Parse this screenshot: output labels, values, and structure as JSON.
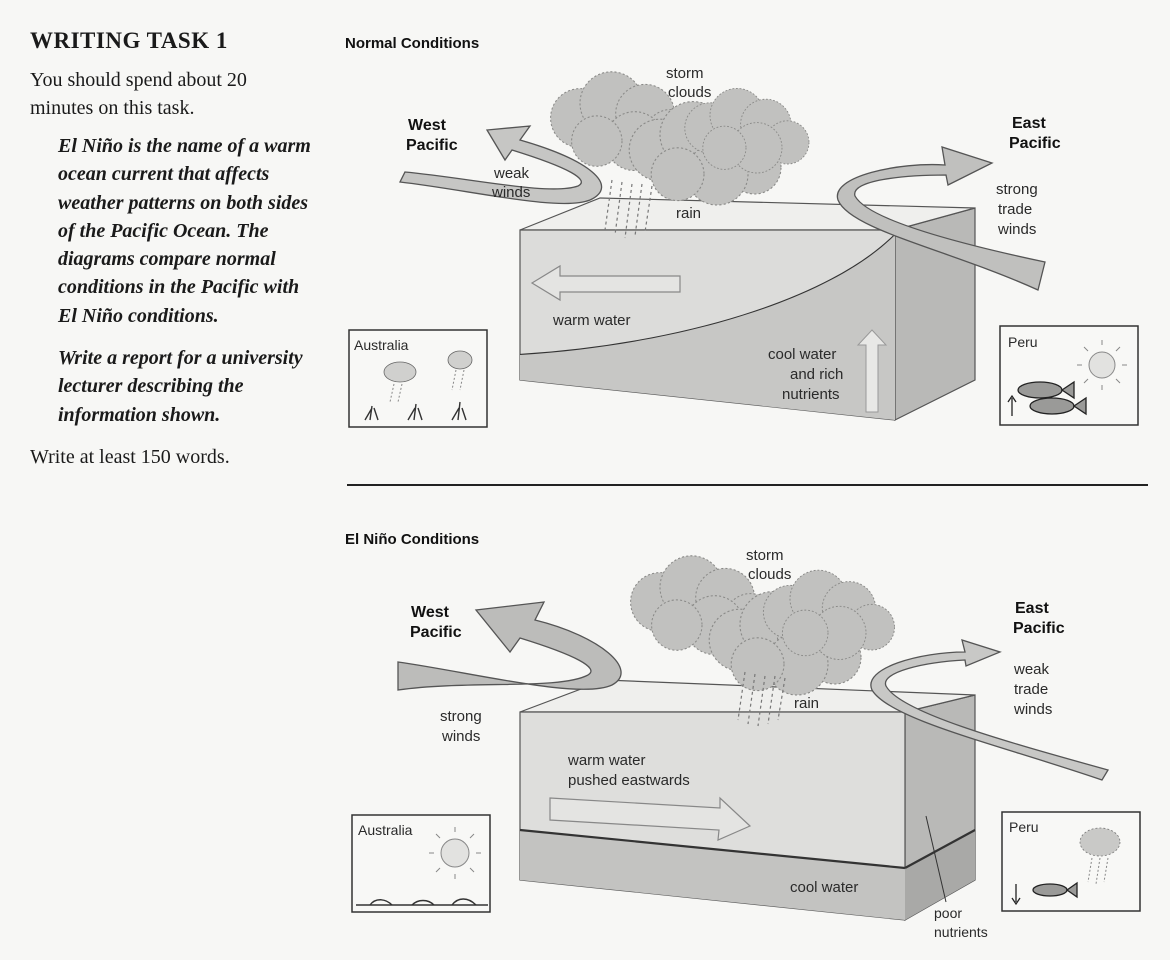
{
  "task": {
    "title": "WRITING TASK 1",
    "time": "You should spend about 20 minutes on this task.",
    "prompt_1": "El Niño is the name of a warm ocean current that affects weather patterns on both sides of the Pacific Ocean. The diagrams compare normal conditions in the Pacific with El Niño conditions.",
    "prompt_2": "Write a report for a university lecturer describing the information shown.",
    "words": "Write at least 150 words."
  },
  "normal": {
    "heading": "Normal Conditions",
    "west_1": "West",
    "west_2": "Pacific",
    "east_1": "East",
    "east_2": "Pacific",
    "storm_1": "storm",
    "storm_2": "clouds",
    "winds_1": "weak",
    "winds_2": "winds",
    "trade_1": "strong",
    "trade_2": "trade",
    "trade_3": "winds",
    "rain": "rain",
    "warm": "warm water",
    "cool_1": "cool water",
    "cool_2": "and rich",
    "cool_3": "nutrients",
    "australia": "Australia",
    "peru": "Peru"
  },
  "elnino": {
    "heading": "El Niño Conditions",
    "west_1": "West",
    "west_2": "Pacific",
    "east_1": "East",
    "east_2": "Pacific",
    "storm_1": "storm",
    "storm_2": "clouds",
    "winds_1": "strong",
    "winds_2": "winds",
    "trade_1": "weak",
    "trade_2": "trade",
    "trade_3": "winds",
    "rain": "rain",
    "warm_1": "warm water",
    "warm_2": "pushed eastwards",
    "cool": "cool water",
    "poor_1": "poor",
    "poor_2": "nutrients",
    "australia": "Australia",
    "peru": "Peru"
  },
  "colors": {
    "ocean": "#d6d6d4",
    "ocean_top": "#ededeb",
    "arrow": "#c4c4c2",
    "cloud": "#bdbdbb",
    "ink": "#3a3a3a"
  },
  "icons": [
    "storm-cloud-icon",
    "sun-icon",
    "fish-icon",
    "plant-icon",
    "rain-icon",
    "wind-arrow-icon"
  ]
}
